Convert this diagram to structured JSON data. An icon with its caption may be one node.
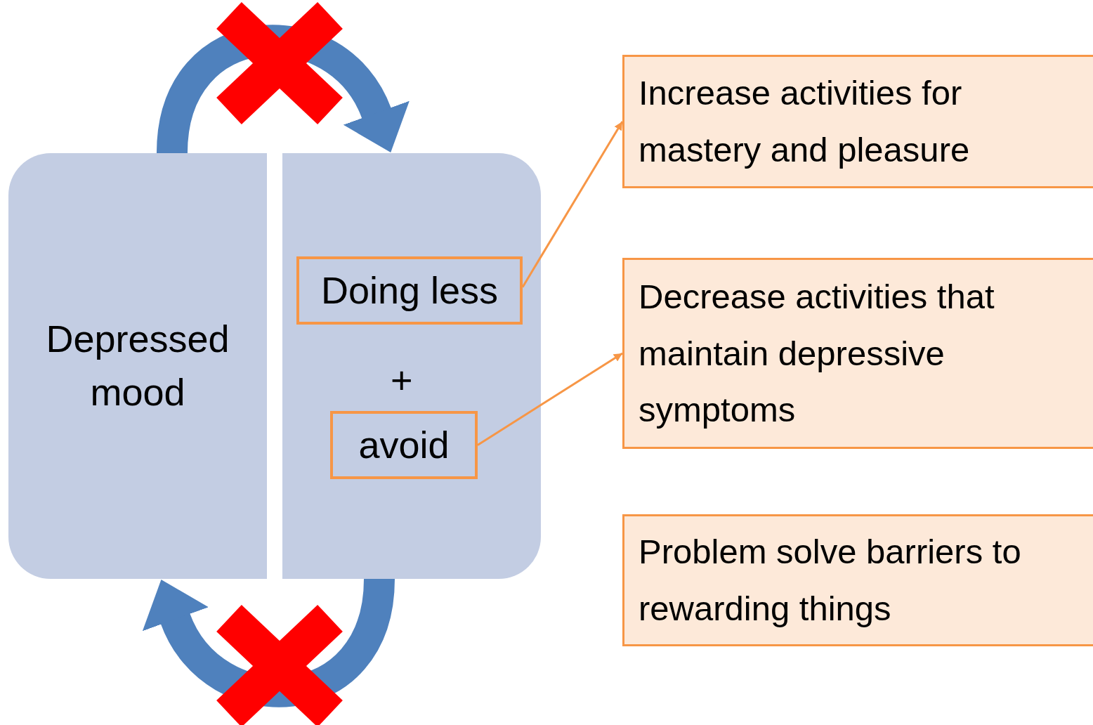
{
  "diagram": {
    "nodes": [
      {
        "text": [
          "Depressed mood"
        ]
      },
      {
        "text": [],
        "shape": "box"
      },
      {
        "text": [
          "Doing less"
        ],
        "in": 1
      },
      {
        "text": [
          "avoid"
        ],
        "in": 1
      },
      {
        "text": [
          "Increase activities for mastery and pleasure"
        ]
      },
      {
        "text": [
          "Decrease activities that maintain depressive symptoms"
        ]
      },
      {
        "text": [
          "Problem solve barriers to rewarding things"
        ]
      }
    ],
    "edges": [
      {
        "from": 0,
        "to": 1,
        "arrow": "to",
        "style": "thick",
        "color": "#4f81bd"
      },
      {
        "from": 1,
        "to": 0,
        "arrow": "to",
        "style": "thick",
        "color": "#4f81bd"
      },
      {
        "from": 2,
        "to": 4,
        "arrow": "to",
        "color": "#f79646"
      },
      {
        "from": 3,
        "to": 5,
        "arrow": "to",
        "color": "#f79646"
      }
    ],
    "labels": [
      "+"
    ]
  }
}
